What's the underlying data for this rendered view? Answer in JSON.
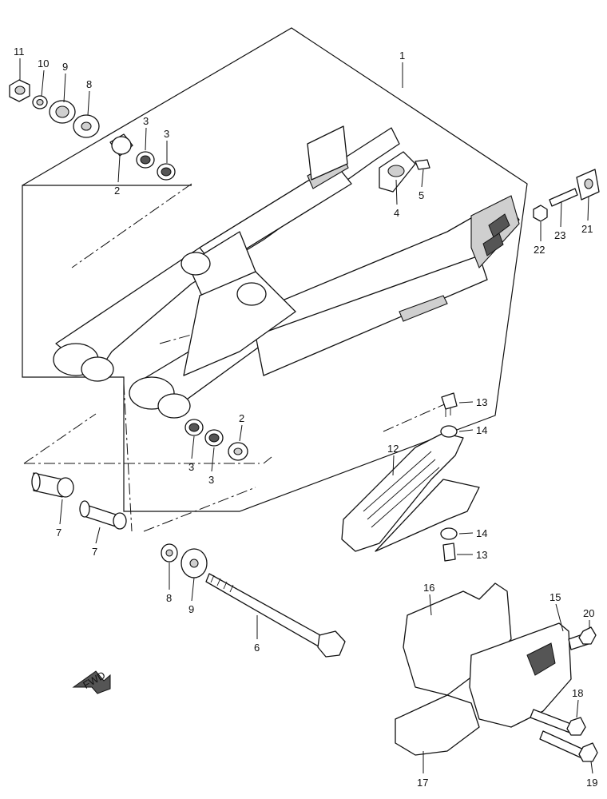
{
  "parts": {
    "p1": "1",
    "p2a": "2",
    "p2b": "2",
    "p3a": "3",
    "p3b": "3",
    "p3c": "3",
    "p3d": "3",
    "p5": "5",
    "p4": "4",
    "p6": "6",
    "p7a": "7",
    "p7b": "7",
    "p8a": "8",
    "p8b": "8",
    "p9a": "9",
    "p9b": "9",
    "p10": "10",
    "p11": "11",
    "p12": "12",
    "p13a": "13",
    "p13b": "13",
    "p14a": "14",
    "p14b": "14",
    "p15": "15",
    "p16": "16",
    "p17": "17",
    "p18": "18",
    "p19": "19",
    "p20": "20",
    "p21": "21",
    "p22": "22",
    "p23": "23"
  },
  "fwd_label": "FWD"
}
